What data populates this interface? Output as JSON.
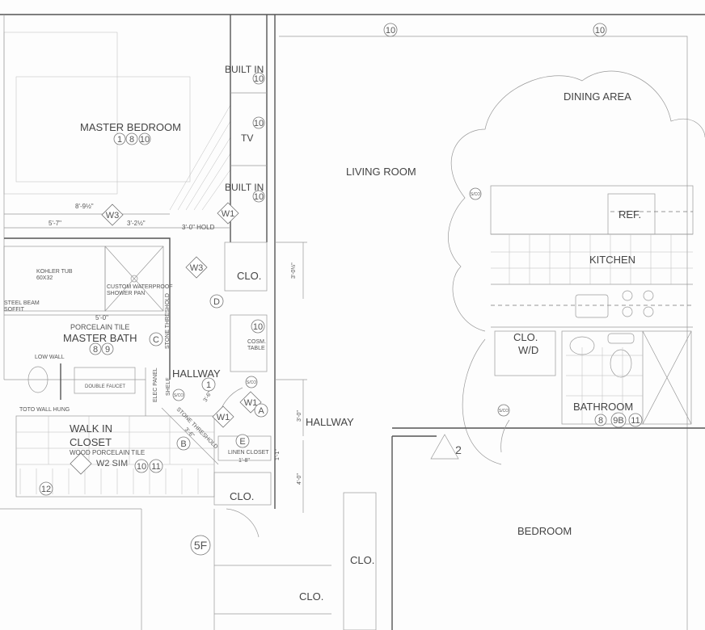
{
  "rooms": {
    "master_bedroom": "MASTER BEDROOM",
    "living_room": "LIVING ROOM",
    "dining_area": "DINING AREA",
    "kitchen": "KITCHEN",
    "ref": "REF.",
    "master_bath": "MASTER BATH",
    "hallway_1": "HALLWAY",
    "hallway_2": "HALLWAY",
    "walk_in_closet_1": "WALK IN",
    "walk_in_closet_2": "CLOSET",
    "bathroom": "BATHROOM",
    "bedroom": "BEDROOM",
    "clo_1": "CLO.",
    "clo_2": "CLO.",
    "clo_3": "CLO.",
    "clo_4": "CLO.",
    "clo_wd_1": "CLO.",
    "clo_wd_2": "W/D",
    "built_in_1": "BUILT IN",
    "built_in_2": "BUILT IN",
    "tv": "TV"
  },
  "notes": {
    "kohler_tub": "KOHLER TUB",
    "tub_size": "60X32",
    "shower_pan_1": "CUSTOM WATERPROOF",
    "shower_pan_2": "SHOWER PAN",
    "steel_beam_1": "STEEL BEAM",
    "steel_beam_2": "SOFFIT",
    "porcelain_tile": "PORCELAIN TILE",
    "low_wall": "LOW WALL",
    "double_faucet": "DOUBLE FAUCET",
    "toto": "TOTO WALL HUNG",
    "elec_panel": "ELEC PANEL",
    "shelf": "SHELF",
    "stone_threshold_1": "STONE THRESHOLD",
    "stone_threshold_2": "STONE THRESHOLD",
    "wood_porcelain": "WOOD PORCELAIN TILE",
    "linen_closet": "LINEN CLOSET",
    "cosm_1": "COSM.",
    "cosm_2": "TABLE",
    "w2_sim": "W2 SIM",
    "sco": "S/CO"
  },
  "dimensions": {
    "d1": "8'-9½\"",
    "d2": "5'-7\"",
    "d3": "3'-2½\"",
    "d4": "3'-0\" HOLD",
    "d5": "5'-0\"",
    "d6": "3'-6\"",
    "d7": "3'-6\"",
    "d8": "3'-0\"",
    "d9": "3'-0\"",
    "d10": "4'-0\"",
    "d11": "1'-8\"",
    "d12": "1'-1\"",
    "d13": "3'-0½\""
  },
  "tags": {
    "t10": "10",
    "t1": "1",
    "t8": "8",
    "t9": "9",
    "t11": "11",
    "t12": "12",
    "t9b": "9B",
    "w1": "W1",
    "w3": "W3",
    "a": "A",
    "b": "B",
    "c": "C",
    "d": "D",
    "e": "E",
    "t5f": "5F",
    "t2": "2"
  }
}
